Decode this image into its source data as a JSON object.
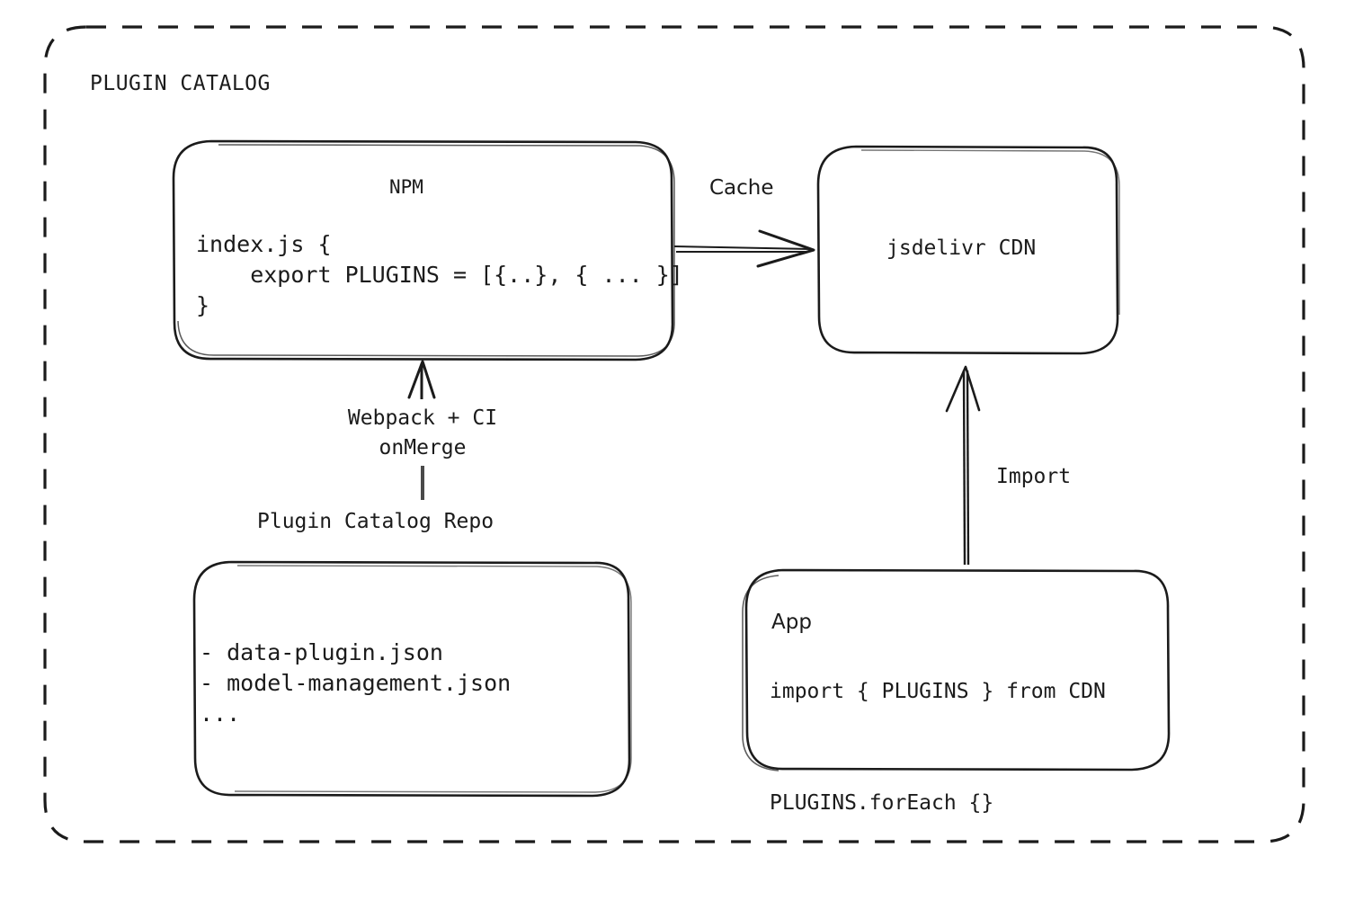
{
  "diagram": {
    "type": "architecture-flow",
    "group": {
      "label": "PLUGIN CATALOG",
      "border_style": "dashed",
      "color": "#1b1b1b"
    },
    "background_color": "#ffffff",
    "stroke_color": "#1b1b1b",
    "nodes": {
      "npm": {
        "title": "NPM",
        "code": "index.js {\n    export PLUGINS = [{..}, { ... }]\n}"
      },
      "cdn": {
        "title": "jsdelivr CDN"
      },
      "repo": {
        "caption": "Plugin Catalog Repo",
        "lines": "- data-plugin.json\n- model-management.json\n..."
      },
      "app": {
        "title": "App",
        "code": "import { PLUGINS } from CDN\n\nPLUGINS.forEach {}"
      }
    },
    "edges": {
      "npm_to_cdn": {
        "label": "Cache",
        "from": "npm",
        "to": "cdn",
        "direction": "right"
      },
      "repo_to_npm": {
        "label": "Webpack + CI\nonMerge",
        "from": "repo",
        "to": "npm",
        "direction": "up"
      },
      "app_to_cdn": {
        "label": "Import",
        "from": "app",
        "to": "cdn",
        "direction": "up"
      }
    }
  }
}
